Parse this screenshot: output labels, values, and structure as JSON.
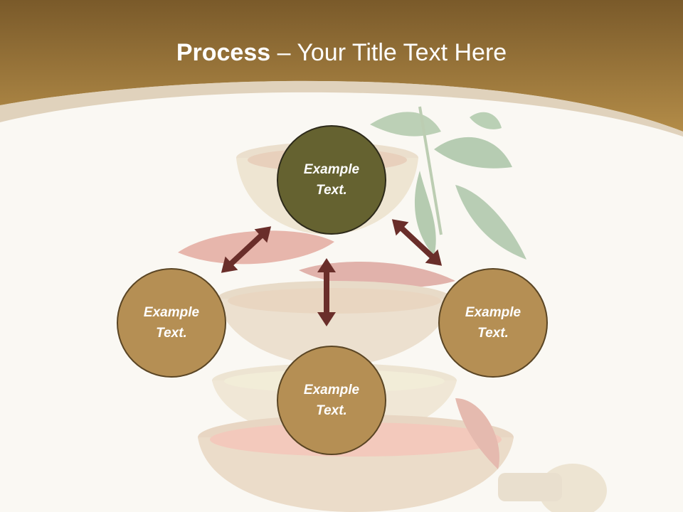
{
  "title": {
    "bold": "Process",
    "rest": " – Your Title Text Here"
  },
  "nodes": {
    "top": "Example\nText.",
    "left": "Example\nText.",
    "right": "Example\nText.",
    "bottom": "Example\nText."
  },
  "colors": {
    "header_gold": "#a8843f",
    "header_brown": "#7a5a2a",
    "center_node": "#656230",
    "side_node": "#b58f54",
    "arrow": "#6a2e2a"
  }
}
